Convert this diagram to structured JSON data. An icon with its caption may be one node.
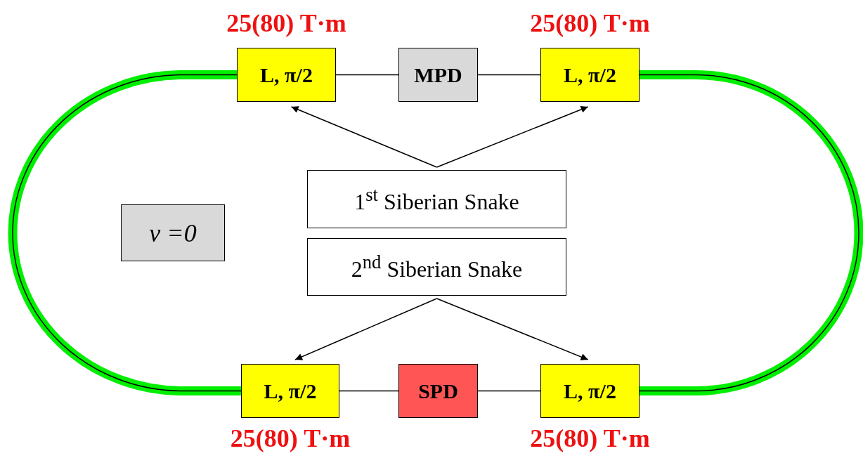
{
  "diagram": {
    "nodes": [
      {
        "text": [
          "L, π/2"
        ],
        "beside": [
          "25(80) T·m"
        ]
      },
      {
        "text": [
          "MPD"
        ]
      },
      {
        "text": [
          "L, π/2"
        ],
        "beside": [
          "25(80) T·m"
        ]
      },
      {
        "text": [
          "1$^{st}$ Siberian Snake"
        ]
      },
      {
        "text": [
          "2$^{nd}$ Siberian Snake"
        ]
      },
      {
        "text": [
          "ν =0"
        ]
      },
      {
        "text": [
          "L, π/2"
        ],
        "beside": [
          "25(80) T·m"
        ]
      },
      {
        "text": [
          "SPD"
        ]
      },
      {
        "text": [
          "L, π/2"
        ],
        "beside": [
          "25(80) T·m"
        ]
      }
    ],
    "edges": [
      {
        "from": 0,
        "to": 1,
        "arrow": "none"
      },
      {
        "from": 1,
        "to": 2,
        "arrow": "none"
      },
      {
        "from": 3,
        "to": 0,
        "arrow": "to"
      },
      {
        "from": 3,
        "to": 2,
        "arrow": "to"
      },
      {
        "from": 0,
        "to": 6,
        "arrow": "none",
        "style": "thick",
        "color": "#00ee00"
      },
      {
        "from": 2,
        "to": 8,
        "arrow": "none",
        "style": "thick",
        "color": "#00ee00"
      },
      {
        "from": 4,
        "to": 6,
        "arrow": "to"
      },
      {
        "from": 4,
        "to": 8,
        "arrow": "to"
      },
      {
        "from": 6,
        "to": 7,
        "arrow": "none"
      },
      {
        "from": 7,
        "to": 8,
        "arrow": "none"
      }
    ]
  }
}
